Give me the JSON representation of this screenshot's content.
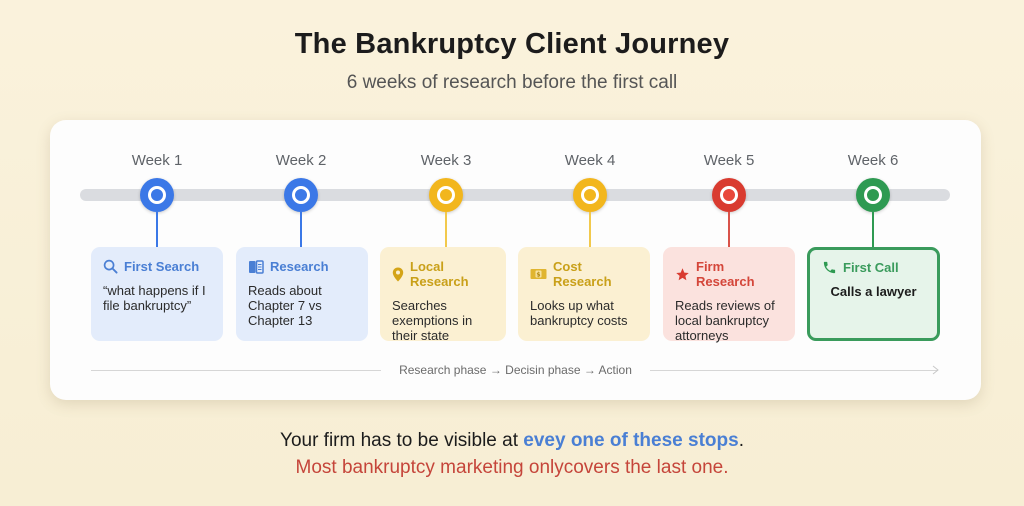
{
  "header": {
    "title": "The Bankruptcy Client Journey",
    "subtitle": "6 weeks of research before the first call"
  },
  "timeline": {
    "track_color": "#dadce0",
    "stages": [
      {
        "week": "Week 1",
        "title": "First Search",
        "icon": "search-icon",
        "description": "“what happens if I file bankruptcy”",
        "accent": "#3b78e7",
        "card_bg": "#e3ecfb",
        "title_color": "#4a7fd4"
      },
      {
        "week": "Week 2",
        "title": "Research",
        "icon": "book-icon",
        "description": "Reads about Chapter 7 vs Chapter 13",
        "accent": "#3b78e7",
        "card_bg": "#e3ecfb",
        "title_color": "#4a7fd4"
      },
      {
        "week": "Week 3",
        "title": "Local Research",
        "icon": "location-pin-icon",
        "description": "Searches exemptions in their state",
        "accent": "#f2b61d",
        "card_bg": "#fbf0d2",
        "title_color": "#c9a019"
      },
      {
        "week": "Week 4",
        "title": "Cost Research",
        "icon": "money-icon",
        "description": "Looks up what bankruptcy costs",
        "accent": "#f2b61d",
        "card_bg": "#fbf0d2",
        "title_color": "#c9a019"
      },
      {
        "week": "Week 5",
        "title": "Firm Research",
        "icon": "star-icon",
        "description": "Reads reviews of local bankruptcy attorneys",
        "accent": "#d93b30",
        "card_bg": "#fbe2de",
        "title_color": "#d4463a"
      },
      {
        "week": "Week 6",
        "title": "First Call",
        "icon": "phone-icon",
        "description": "Calls a lawyer",
        "accent": "#2e9a52",
        "card_bg": "#e6f4ea",
        "title_color": "#3a9b5c"
      }
    ]
  },
  "phases": {
    "label": "Research phase → Decisin phase → Action"
  },
  "footer": {
    "line1_prefix": "Your firm has to be visible at ",
    "line1_highlight": "evey one of these stops",
    "line1_suffix": ".",
    "line2": "Most bankruptcy marketing onlycovers the last one."
  }
}
